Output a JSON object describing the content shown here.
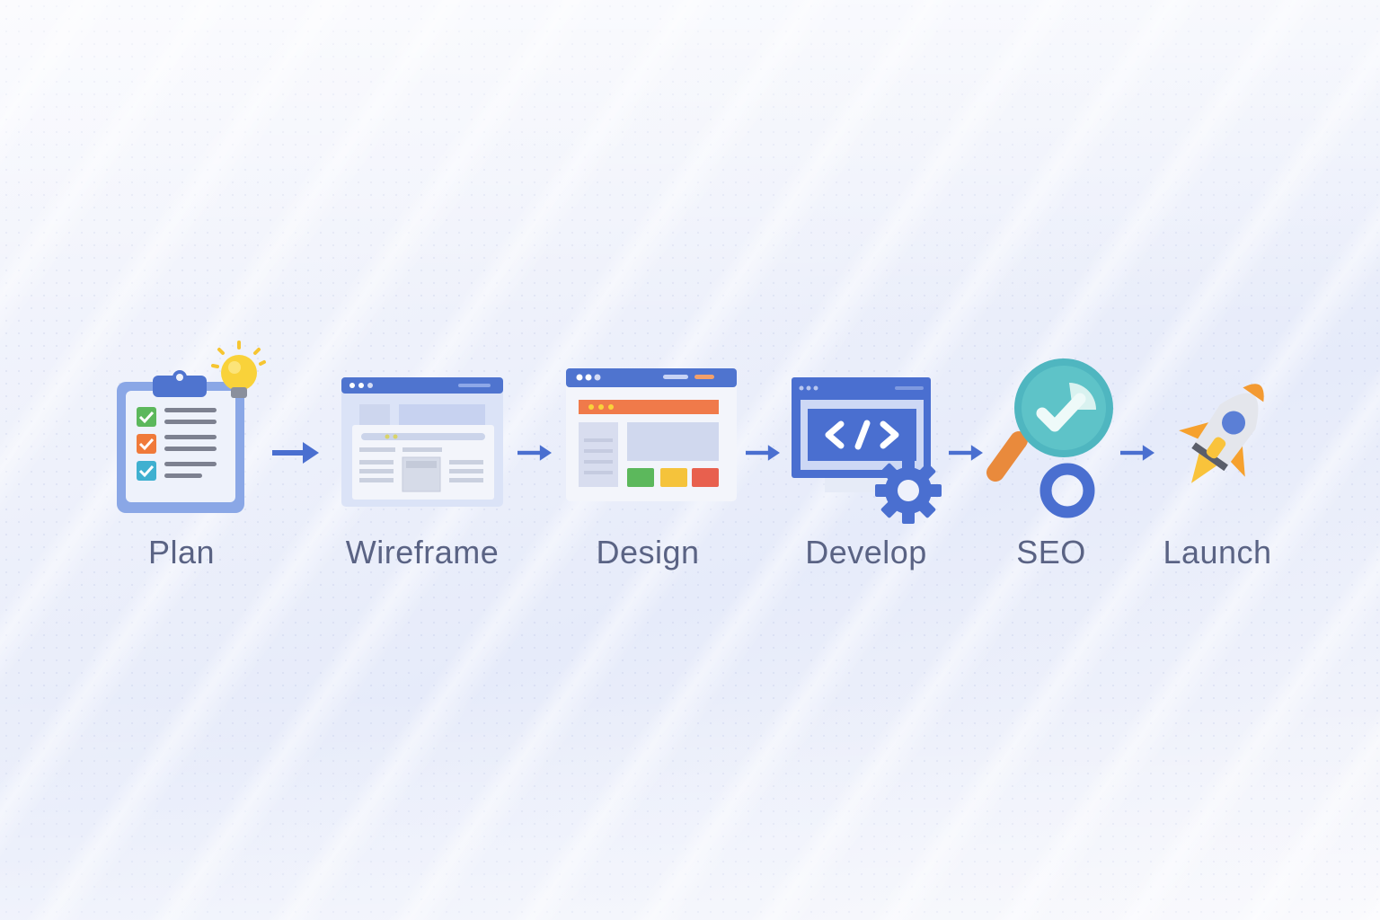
{
  "diagram": {
    "type": "process-flow",
    "steps": [
      {
        "label": "Plan",
        "icon": "clipboard-checklist-lightbulb-icon"
      },
      {
        "label": "Wireframe",
        "icon": "wireframe-window-icon"
      },
      {
        "label": "Design",
        "icon": "design-mockup-window-icon"
      },
      {
        "label": "Develop",
        "icon": "code-monitor-gear-icon"
      },
      {
        "label": "SEO",
        "icon": "magnifier-checkmark-icon"
      },
      {
        "label": "Launch",
        "icon": "rocket-icon"
      }
    ],
    "connector": "arrow-right-icon",
    "colors": {
      "primary_blue": "#4a6fd0",
      "label_text": "#5a6384",
      "orange": "#f07a4a",
      "green": "#5cb85c",
      "yellow": "#f5c33b",
      "red": "#e8604e",
      "teal": "#4fb6c0"
    }
  }
}
